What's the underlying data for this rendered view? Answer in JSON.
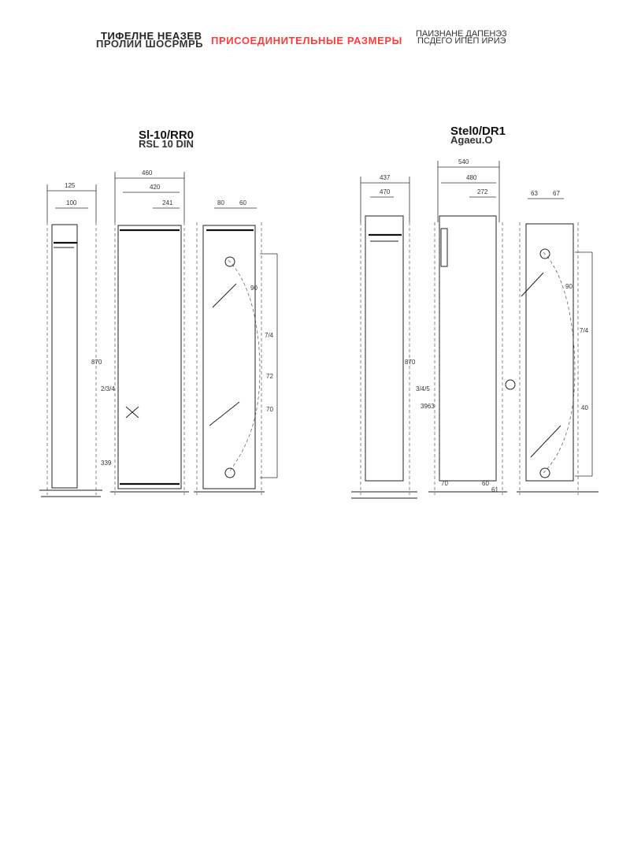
{
  "header": {
    "left_line1": "ТИФЕЛНЕ НЕАЗЕВ",
    "left_line2": "ПРОЛИИ ШОСРМРЬ",
    "center": "ПРИСОЕДИНИТЕЛЬНЫЕ РАЗМЕРЫ",
    "right_line1": "ПАИЗНАНЕ ДАПЕНЭЗ",
    "right_line2": "ПСДЕГО ИПЕП ИРИЭ"
  },
  "models": [
    {
      "title": "Sl-10/RR0",
      "subtitle": "RSL 10 DIN"
    },
    {
      "title": "Stel0/DR1",
      "subtitle": "Agaeu.O"
    }
  ],
  "dimensions": {
    "left": {
      "top_left": "125",
      "top_left_inner": "100",
      "top_mid": "460",
      "top_mid_inner": "420",
      "top_mid_small": "241",
      "top_right_a": "80",
      "top_right_b": "60",
      "height": "870",
      "side_mid": "2/3/4",
      "side_small": "339",
      "right_a": "90",
      "right_b": "7/4",
      "right_c": "72",
      "right_d": "70"
    },
    "right": {
      "top_left": "437",
      "top_left_inner": "470",
      "top_mid": "540",
      "top_mid_inner": "480",
      "top_mid_small": "272",
      "top_right_a": "63",
      "top_right_b": "67",
      "height": "870",
      "side_mid": "3/4/5",
      "side_small": "3963",
      "right_a": "90",
      "right_b": "7/4",
      "right_c": "40",
      "bottom_a": "70",
      "bottom_b": "60",
      "bottom_c": "61"
    }
  }
}
